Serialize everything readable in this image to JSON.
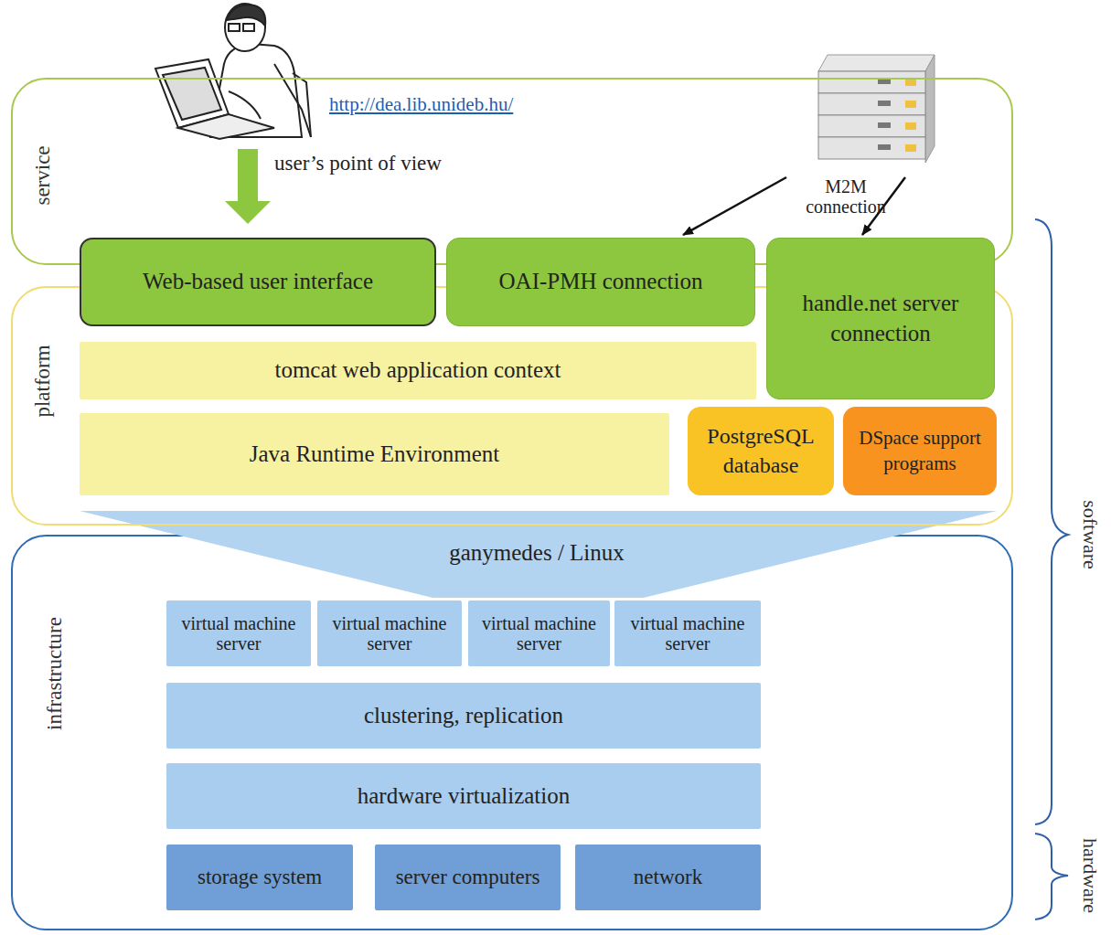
{
  "diagram": {
    "nodes": [
      {
        "text": [
          "service"
        ]
      },
      {
        "text": [
          "Web-based user interface"
        ],
        "in": 0
      },
      {
        "text": [
          "OAI-PMH connection"
        ],
        "in": 0
      },
      {
        "text": [
          "handle.net server connection"
        ],
        "in": 0
      },
      {
        "text": [
          "platform"
        ]
      },
      {
        "text": [
          "tomcat web application context"
        ],
        "in": 4
      },
      {
        "text": [
          "Java Runtime Environment"
        ],
        "in": 4
      },
      {
        "text": [
          "PostgreSQL database"
        ],
        "in": 4
      },
      {
        "text": [
          "DSpace support programs"
        ],
        "in": 4
      },
      {
        "text": [
          "infrastructure"
        ]
      },
      {
        "text": [
          "ganymedes / Linux"
        ],
        "in": 9
      },
      {
        "text": [
          "virtual machine server"
        ],
        "in": 9
      },
      {
        "text": [
          "virtual machine server"
        ],
        "in": 9
      },
      {
        "text": [
          "virtual machine server"
        ],
        "in": 9
      },
      {
        "text": [
          "virtual machine server"
        ],
        "in": 9
      },
      {
        "text": [
          "clustering, replication"
        ],
        "in": 9
      },
      {
        "text": [
          "hardware virtualization"
        ],
        "in": 9
      },
      {
        "text": [
          "storage system"
        ],
        "in": 9
      },
      {
        "text": [
          "server computers"
        ],
        "in": 9
      },
      {
        "text": [
          "network"
        ],
        "in": 9
      },
      {
        "text": [
          "M2M connection"
        ]
      }
    ],
    "edges": [
      {
        "from": 20,
        "to": 2,
        "arrow": "to"
      },
      {
        "from": 20,
        "to": 3,
        "arrow": "to"
      }
    ],
    "labels": [
      "http://dea.lib.unideb.hu/",
      "user’s point of view",
      "software",
      "hardware"
    ]
  }
}
